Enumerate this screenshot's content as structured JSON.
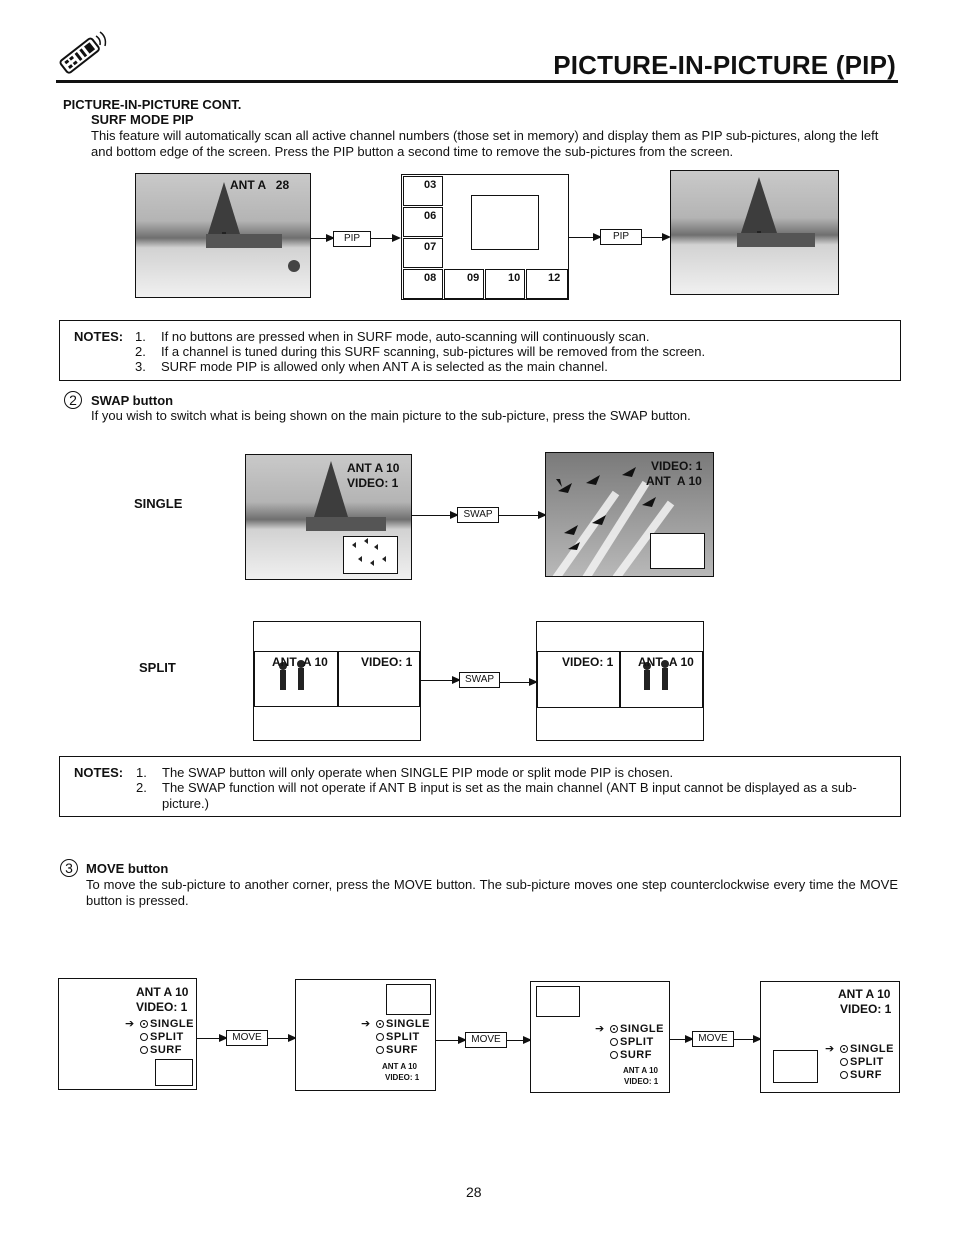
{
  "header": {
    "title": "PICTURE-IN-PICTURE (PIP)",
    "remote_icon": "remote-control-icon"
  },
  "surf": {
    "section_heading": "PICTURE-IN-PICTURE CONT.",
    "subheading": "SURF MODE PIP",
    "body": "This feature will automatically scan all active channel numbers (those set in memory) and display them as PIP sub-pictures, along the left and bottom edge of the screen.  Press the PIP button a second time to remove the sub-pictures from the screen.",
    "screen1_label": "ANT A   28",
    "pip_button_1": "PIP",
    "pip_button_2": "PIP",
    "thumbnails": [
      "03",
      "06",
      "07",
      "08",
      "09",
      "10",
      "12"
    ]
  },
  "notes1": {
    "label": "NOTES:",
    "items": [
      {
        "num": "1.",
        "text": "If no buttons are pressed when in SURF mode, auto-scanning will continuously scan."
      },
      {
        "num": "2.",
        "text": "If a channel is tuned during this SURF scanning, sub-pictures will be removed from the screen."
      },
      {
        "num": "3.",
        "text": "SURF mode PIP is allowed only when ANT A is selected as the main channel."
      }
    ]
  },
  "swap": {
    "number": "2",
    "heading": "SWAP button",
    "body": "If you wish to switch what is being shown on the main picture to the sub-picture, press the SWAP button.",
    "single_label": "SINGLE",
    "split_label": "SPLIT",
    "swap_button": "SWAP",
    "single_before_line1": "ANT A 10",
    "single_before_line2": "VIDEO: 1",
    "single_after_line1": "VIDEO: 1",
    "single_after_line2": "ANT  A 10",
    "split_before_left": "ANT  A 10",
    "split_before_right": "VIDEO: 1",
    "split_after_left": "VIDEO: 1",
    "split_after_right": "ANT  A 10"
  },
  "notes2": {
    "label": "NOTES:",
    "items": [
      {
        "num": "1.",
        "text": "The SWAP button will only operate when SINGLE PIP mode or split mode PIP is chosen."
      },
      {
        "num": "2.",
        "text": "The SWAP function will not operate if ANT B input is set as the main channel (ANT B input cannot be displayed as a sub-picture.)"
      }
    ]
  },
  "move": {
    "number": "3",
    "heading": "MOVE button",
    "body": "To move the sub-picture to another corner, press the MOVE button.  The sub-picture moves one step counterclockwise every time the MOVE button is pressed.",
    "move_button": "MOVE",
    "ant_line": "ANT A 10",
    "video_line": "VIDEO: 1",
    "menu": [
      "SINGLE",
      "SPLIT",
      "SURF"
    ]
  },
  "footer": {
    "page_number": "28"
  }
}
